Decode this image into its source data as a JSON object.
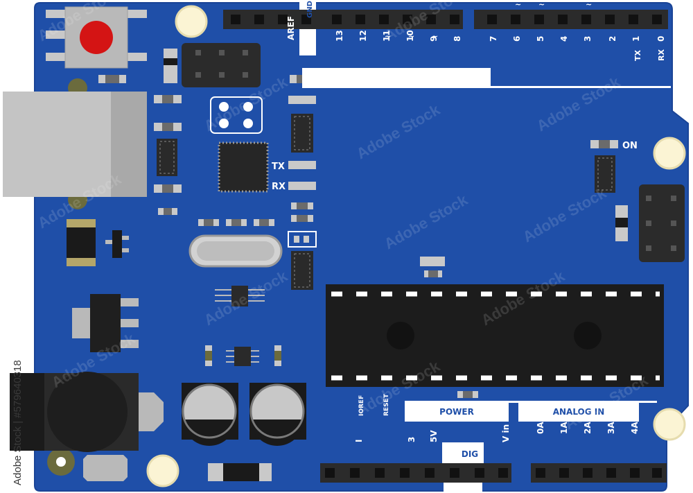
{
  "board": {
    "board_color": "#1f4fa8",
    "aref_label": "AREF",
    "gnd_top_label": "GND",
    "digital_pins": [
      "13",
      "12",
      "11",
      "10",
      "9",
      "8",
      "7",
      "6",
      "5",
      "4",
      "3",
      "2",
      "1",
      "0"
    ],
    "pwm_marks": [
      "~",
      "~",
      "~",
      "~",
      "~",
      "~"
    ],
    "tx_pin_label": "TX",
    "rx_pin_label": "RX",
    "tx_led_label": "TX",
    "rx_led_label": "RX",
    "on_label": "ON",
    "ioref_label": "IOREF",
    "reset_label": "RESET",
    "power_label": "POWER",
    "analog_in_label": "ANALOG IN",
    "dig_label": "DIG",
    "power_pins": [
      "I",
      "3",
      "5V",
      "V in"
    ],
    "analog_pins": [
      "0A",
      "1A",
      "2A",
      "3A",
      "4A"
    ],
    "watermark": "Adobe Stock",
    "stock_id": "Adobe Stock | #579640318"
  }
}
